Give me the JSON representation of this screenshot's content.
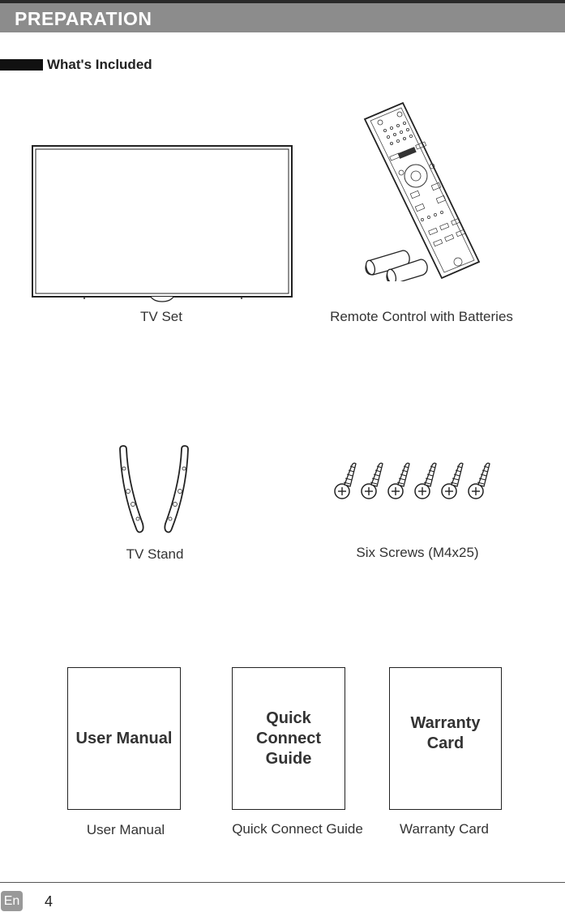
{
  "header": {
    "title": "PREPARATION"
  },
  "section": {
    "heading": "What's Included"
  },
  "items": {
    "tv_set": "TV Set",
    "remote": "Remote Control with Batteries",
    "tv_stand": "TV Stand",
    "screws": "Six Screws (M4x25)",
    "user_manual": "User Manual",
    "quick_guide": "Quick Connect Guide",
    "warranty": "Warranty Card"
  },
  "booklets": {
    "user_manual": "User Manual",
    "quick_guide": "Quick Connect Guide",
    "warranty": "Warranty Card"
  },
  "footer": {
    "lang": "En",
    "page": "4"
  }
}
